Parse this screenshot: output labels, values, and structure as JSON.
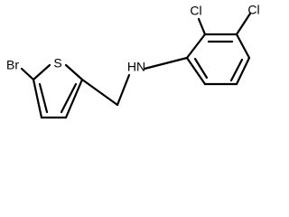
{
  "molecule": {
    "atoms": {
      "br": "Br",
      "s": "S",
      "nh": "HN",
      "cl_a": "Cl",
      "cl_b": "Cl"
    }
  }
}
